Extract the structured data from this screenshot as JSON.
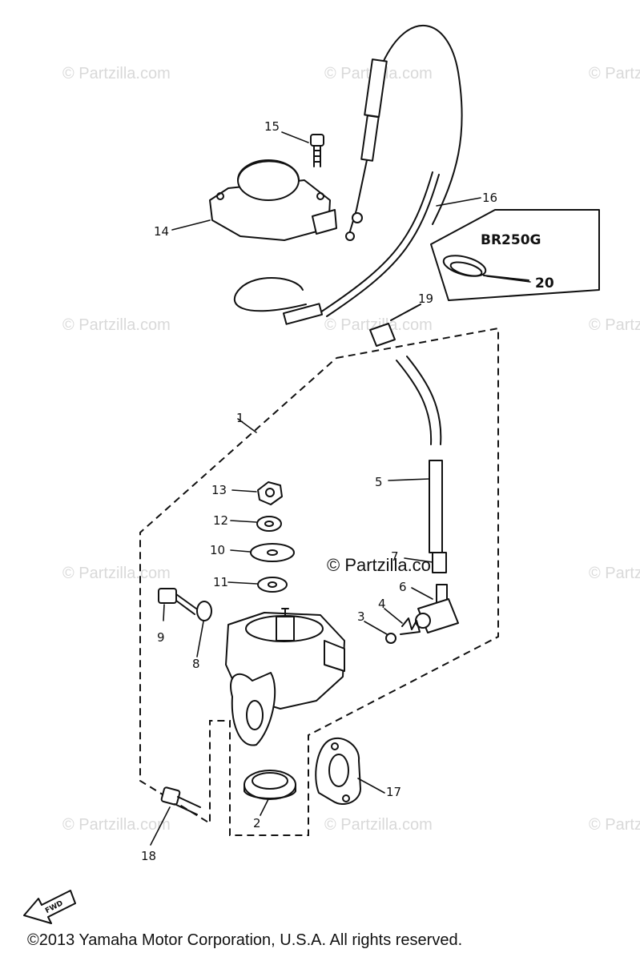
{
  "watermark_text": "© Partzilla.com",
  "center_watermark": "© Partzilla.com",
  "model_box_label": "BR250G",
  "callouts": {
    "c1": "1",
    "c2": "2",
    "c3": "3",
    "c4": "4",
    "c5": "5",
    "c6": "6",
    "c7": "7",
    "c8": "8",
    "c9": "9",
    "c10": "10",
    "c11": "11",
    "c12": "12",
    "c13": "13",
    "c14": "14",
    "c15": "15",
    "c16": "16",
    "c17": "17",
    "c18": "18",
    "c19": "19",
    "c20": "20"
  },
  "fwd_label": "FWD",
  "copyright": "©2013  Yamaha Motor Corporation, U.S.A. All rights reserved."
}
